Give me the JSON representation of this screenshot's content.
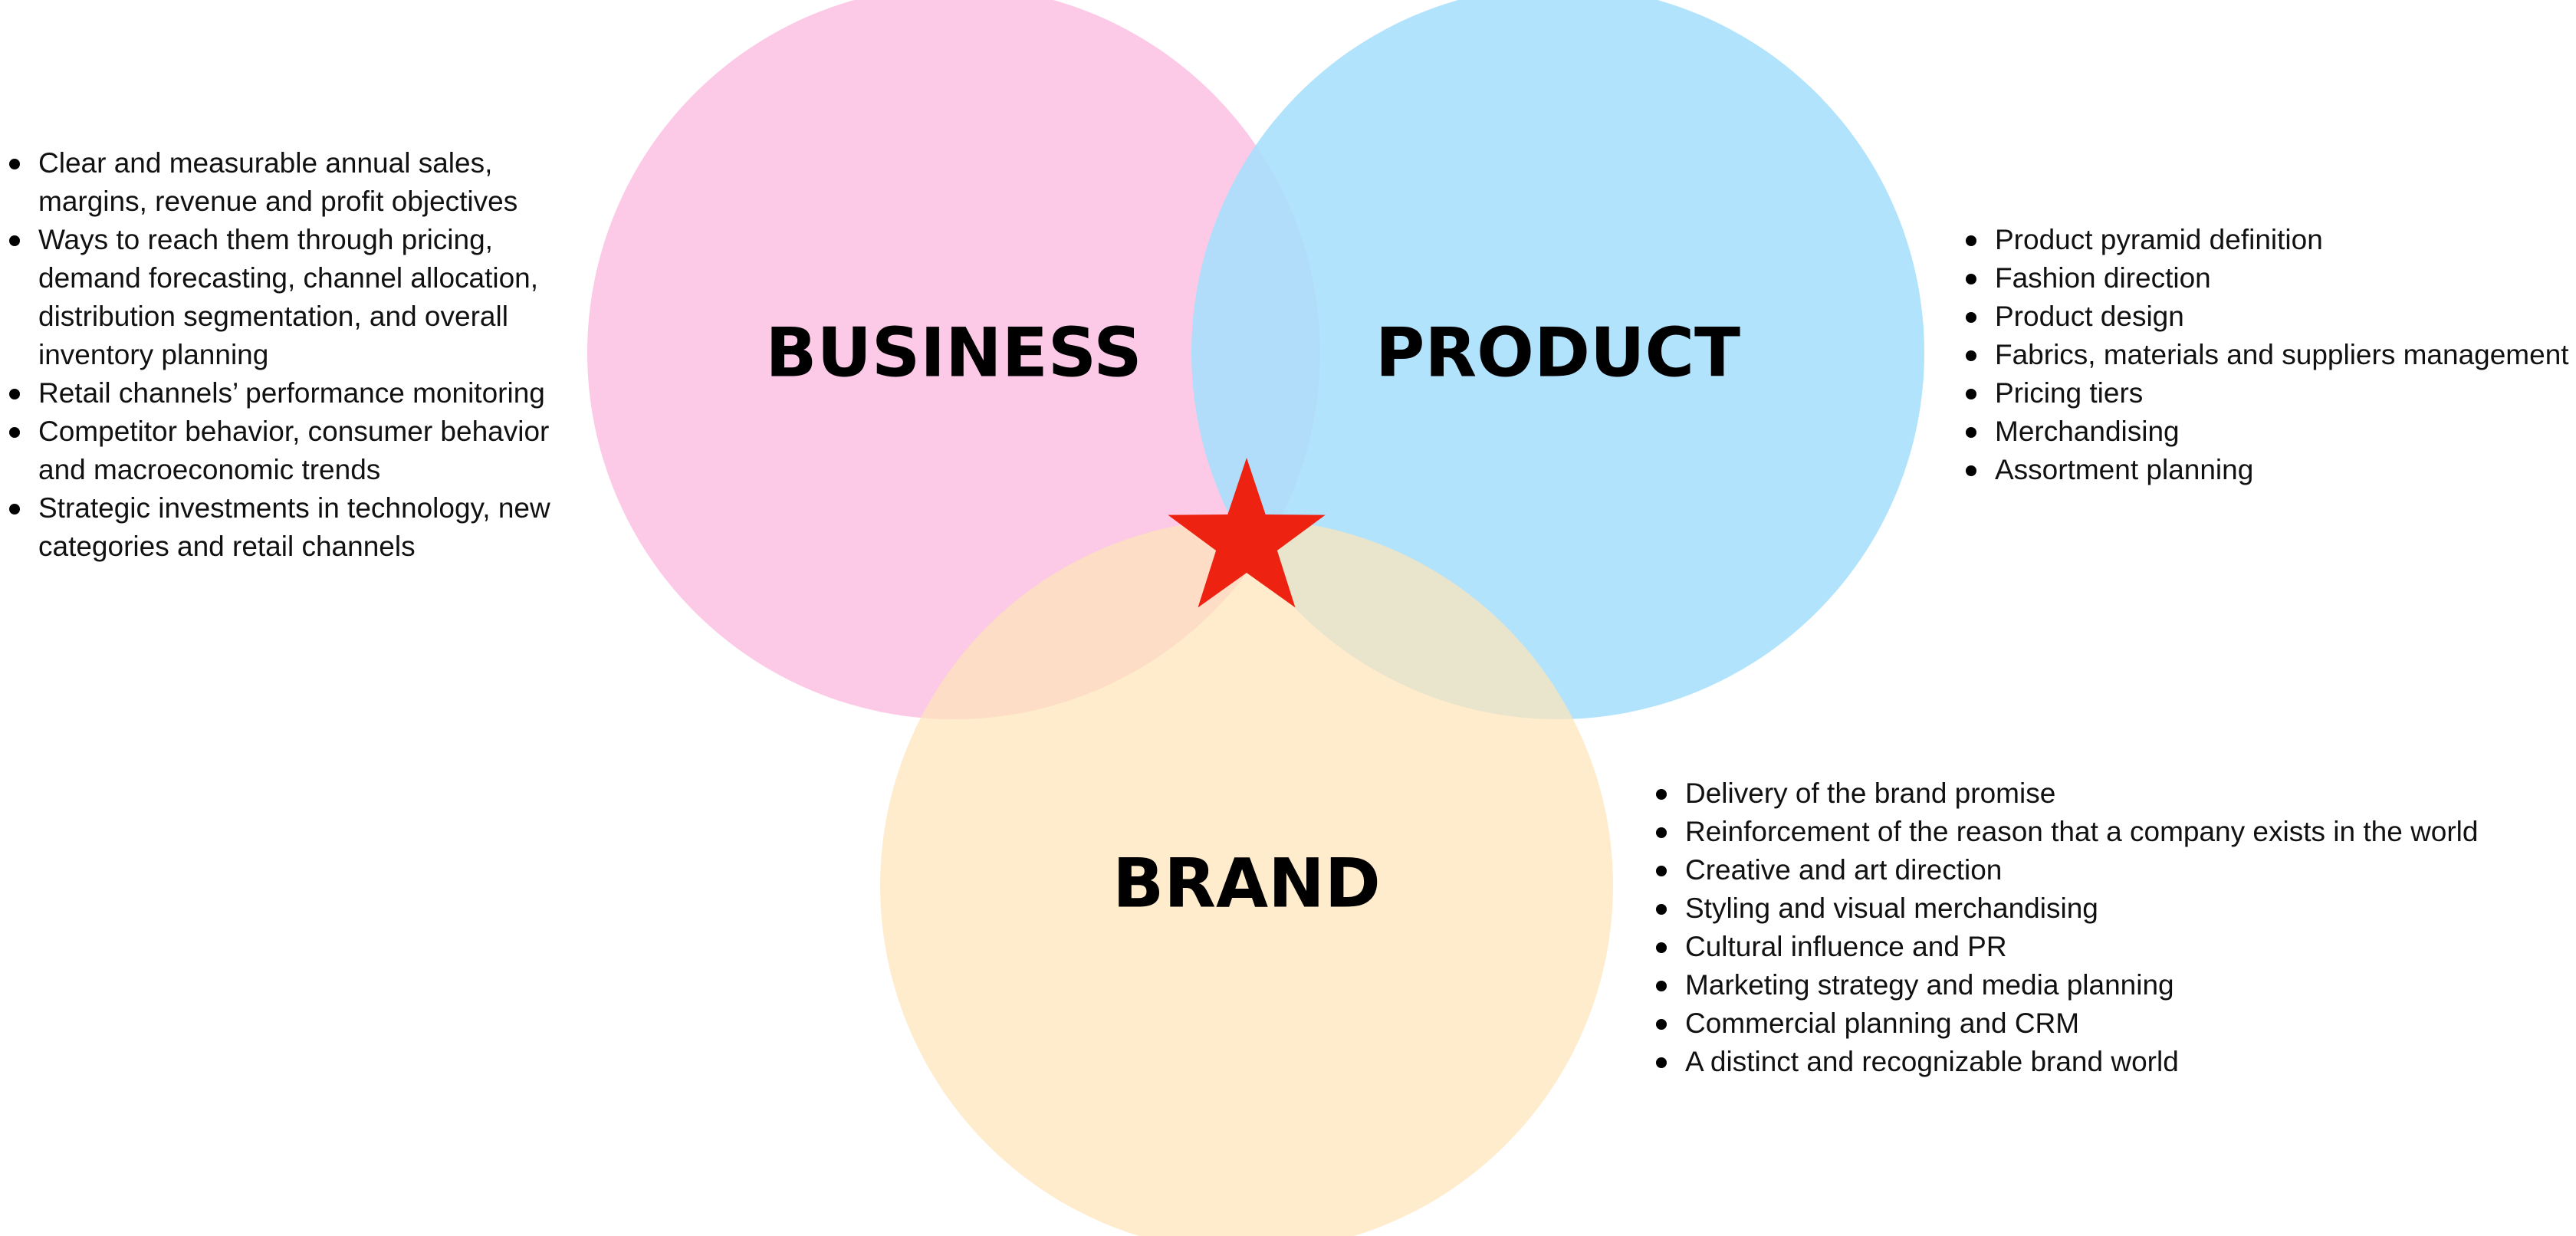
{
  "colors": {
    "business": "#fcc3e2",
    "product": "#a7dffd",
    "brand": "#fde4b8",
    "star": "#ee2211",
    "text": "#000000"
  },
  "circles": {
    "business": {
      "label": "BUSINESS"
    },
    "product": {
      "label": "PRODUCT"
    },
    "brand": {
      "label": "BRAND"
    }
  },
  "star": {
    "icon": "star-icon"
  },
  "lists": {
    "business": [
      "Clear and measurable annual sales, margins, revenue and profit objectives",
      "Ways to reach them through pricing, demand forecasting, channel allocation, distribution segmentation, and overall inventory planning",
      "Retail channels’ performance monitoring",
      "Competitor behavior, consumer behavior and macroeconomic trends",
      "Strategic investments in technology, new categories and retail channels"
    ],
    "product": [
      "Product pyramid definition",
      "Fashion direction",
      "Product design",
      "Fabrics, materials and suppliers management",
      "Pricing tiers",
      "Merchandising",
      "Assortment planning"
    ],
    "brand": [
      "Delivery of the brand promise",
      "Reinforcement of the reason that a company exists in the world",
      "Creative and art direction",
      "Styling and visual merchandising",
      "Cultural influence and PR",
      "Marketing strategy and media planning",
      "Commercial planning and CRM",
      "A distinct and recognizable brand world"
    ]
  }
}
